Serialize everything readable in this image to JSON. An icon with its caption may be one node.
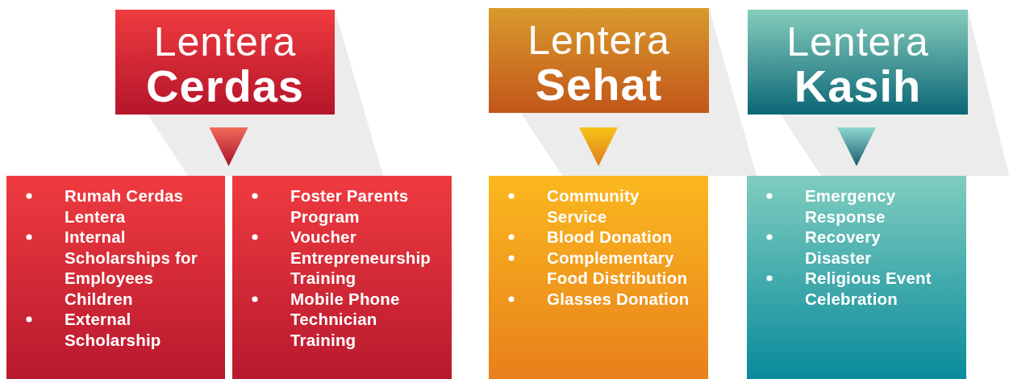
{
  "diagram": {
    "nodes": [
      {
        "text": [
          "Lentera",
          "Cerdas"
        ]
      },
      {
        "text": [
          "Lentera",
          "Sehat"
        ]
      },
      {
        "text": [
          "Lentera",
          "Kasih"
        ]
      },
      {
        "text": [
          "Rumah Cerdas Lentera",
          "Internal Scholarships for Employees Children",
          "External Scholarship"
        ]
      },
      {
        "text": [
          "Foster Parents Program",
          "Voucher Entrepreneurship Training",
          "Mobile Phone Technician Training"
        ]
      },
      {
        "text": [
          "Community Service",
          "Blood Donation",
          "Complementary Food Distribution",
          "Glasses Donation"
        ]
      },
      {
        "text": [
          "Emergency Response",
          "Recovery Disaster",
          "Religious Event Celebration"
        ]
      }
    ],
    "edges": [
      {
        "from": 0,
        "to": 3,
        "arrow": "to"
      },
      {
        "from": 0,
        "to": 4,
        "arrow": "to"
      },
      {
        "from": 1,
        "to": 5,
        "arrow": "to"
      },
      {
        "from": 2,
        "to": 6,
        "arrow": "to"
      }
    ]
  }
}
